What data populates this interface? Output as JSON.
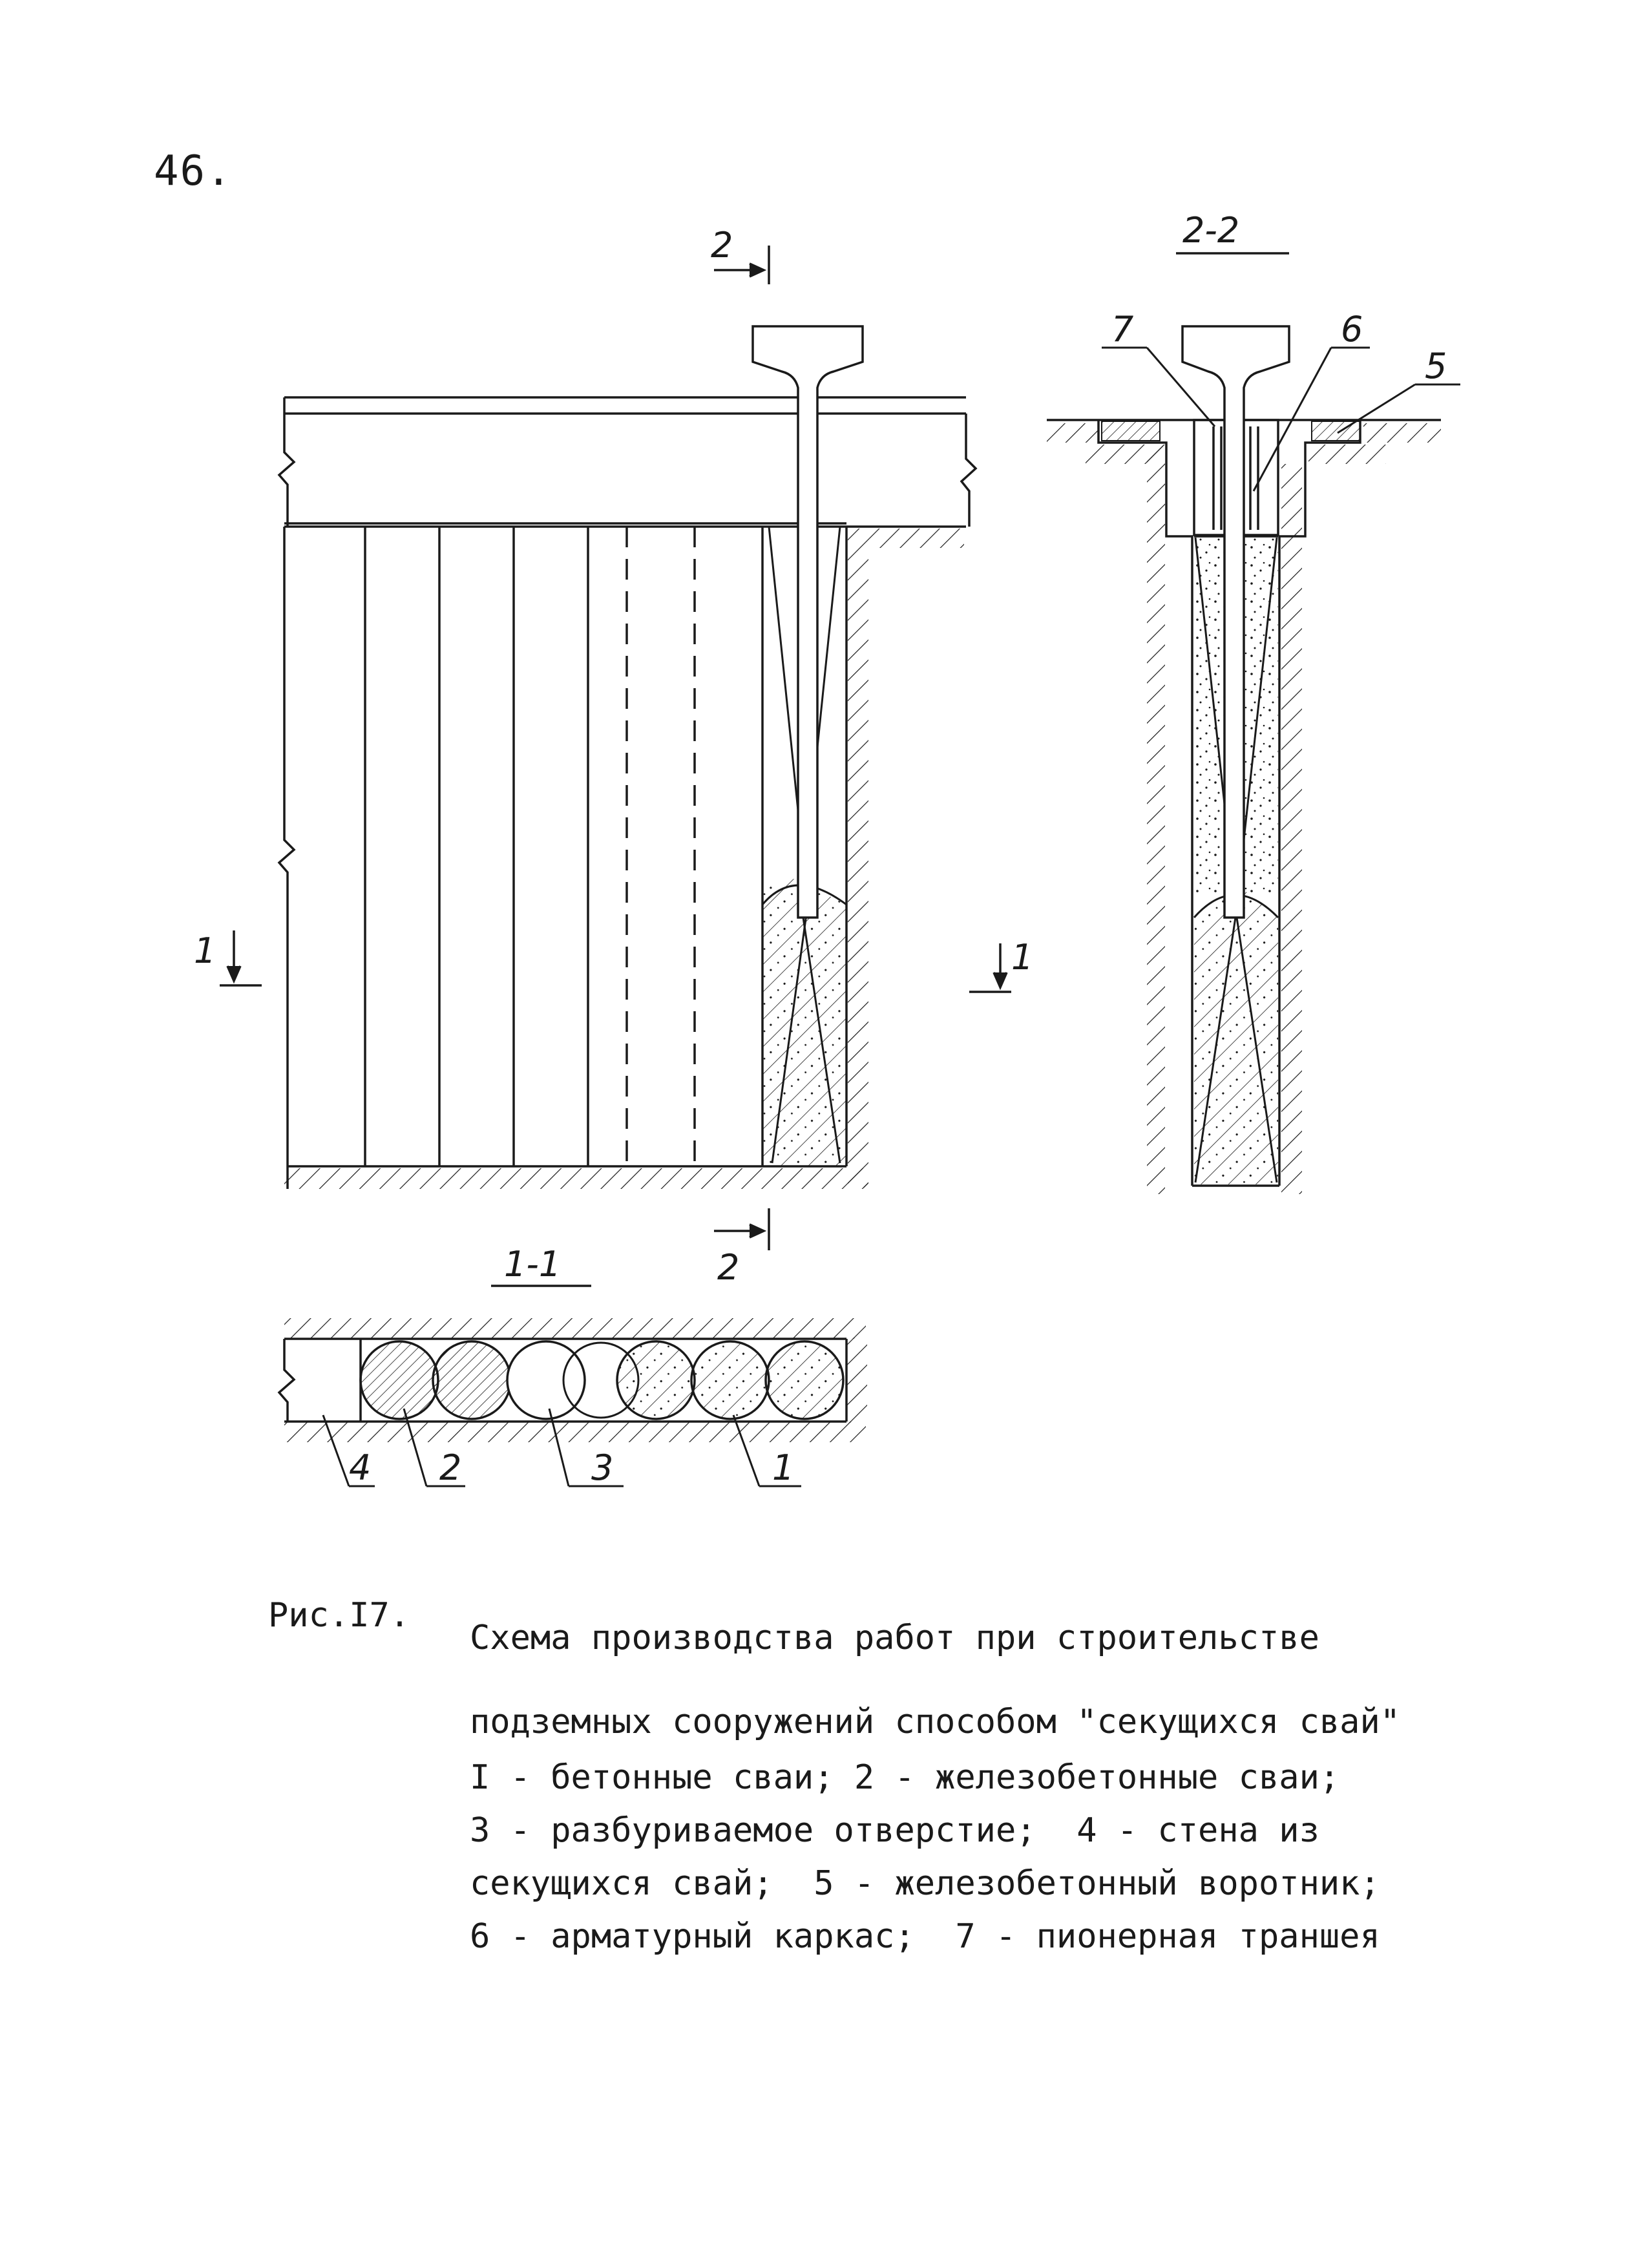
{
  "page": {
    "number": "46."
  },
  "drawing": {
    "section_22_title": "2-2",
    "section_11_title": "1-1",
    "cut_marks": {
      "section_2_label": "2",
      "section_1_label": "1"
    },
    "callouts": [
      "1",
      "2",
      "3",
      "4",
      "5",
      "6",
      "7"
    ]
  },
  "caption": {
    "figure_label": "Рис.I7.",
    "title_line1": "Схема производства работ при строительстве",
    "title_line2": "подземных сооружений способом \"секущихся свай\"",
    "legend_line1": "I - бетонные сваи; 2 - железобетонные сваи;",
    "legend_line2": "3 - разбуриваемое отверстие;  4 - стена из",
    "legend_line3": "секущихся свай;  5 - железобетонный воротник;",
    "legend_line4": "6 - арматурный каркас;  7 - пионерная траншея"
  }
}
